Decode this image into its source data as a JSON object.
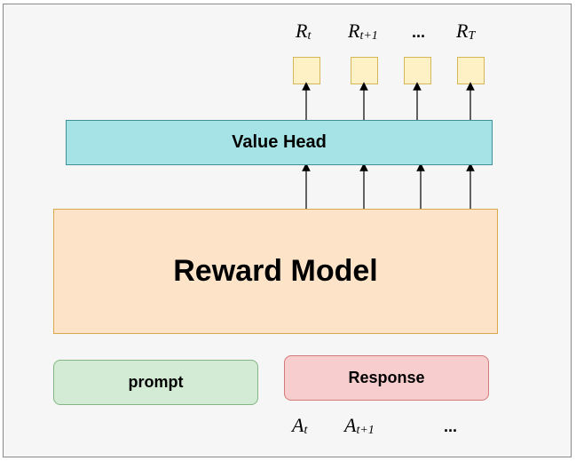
{
  "diagram": {
    "value_head_label": "Value Head",
    "reward_model_label": "Reward Model",
    "prompt_label": "prompt",
    "response_label": "Response",
    "reward_labels": [
      {
        "base": "R",
        "sub": "t"
      },
      {
        "base": "R",
        "sub": "t+1"
      },
      {
        "text": "..."
      },
      {
        "base": "R",
        "sub": "T"
      }
    ],
    "action_labels": [
      {
        "base": "A",
        "sub": "t"
      },
      {
        "base": "A",
        "sub": "t+1"
      },
      {
        "text": "..."
      }
    ]
  },
  "colors": {
    "value_head": "#a5e3e6",
    "reward_model": "#fde4c9",
    "prompt": "#d3ebd4",
    "response": "#f8cdcd",
    "token": "#fff1c6"
  }
}
